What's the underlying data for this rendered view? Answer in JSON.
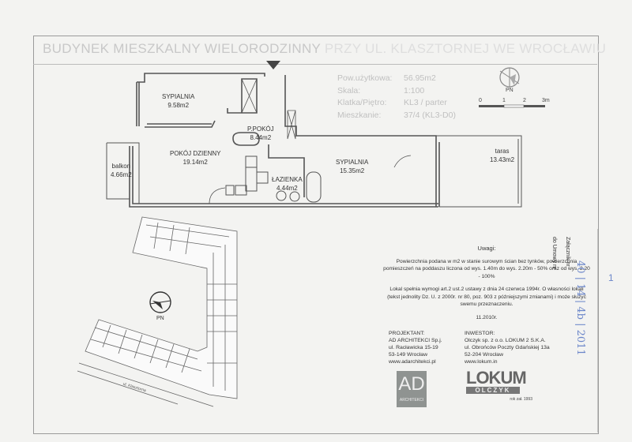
{
  "header": {
    "title_visible": "BUDYNEK MIESZKALNY WIELORODZINNY",
    "title_faded": "PRZY UL. KLASZTORNEJ WE WROCŁAWIU"
  },
  "info": [
    {
      "label": "Pow.użytkowa:",
      "value": "56.95m2"
    },
    {
      "label": "Skala:",
      "value": "1:100"
    },
    {
      "label": "Klatka/Piętro:",
      "value": "KL3 / parter"
    },
    {
      "label": "Mieszkanie:",
      "value": "37/4 (KL3-D0)"
    }
  ],
  "compass": {
    "label": "PN"
  },
  "scale_bar": {
    "ticks": [
      "0",
      "1",
      "2",
      "3m"
    ]
  },
  "rooms": [
    {
      "name": "SYPIALNIA",
      "area": "9.58m2"
    },
    {
      "name": "P.POKÓJ",
      "area": "8.44m2"
    },
    {
      "name": "POKÓJ DZIENNY",
      "area": "19.14m2"
    },
    {
      "name": "ŁAZIENKA",
      "area": "4.44m2"
    },
    {
      "name": "SYPIALNIA",
      "area": "15.35m2"
    },
    {
      "name": "balkon",
      "area": "4.66m2"
    },
    {
      "name": "taras",
      "area": "13.43m2"
    }
  ],
  "site_plan": {
    "compass_label": "PN",
    "street": "ul. Klasztorna"
  },
  "notes": {
    "heading": "Uwagi:",
    "p1": "Powierzchnia podana w m2 w stanie surowym ścian bez tynków, powierzchnia pomieszczeń na poddaszu liczona od wys. 1.40m do wys. 2.20m - 50% oraz od wys. 2.20 - 100%",
    "p2": "Lokal spełnia wymogi art.2 ust.2 ustawy z dnia 24 czerwca 1994r. O własności lokali (tekst jednolity Dz. U. z 2000r. nr 80, poz. 903 z późniejszymi zmianami) i może służyć swemu przeznaczeniu.",
    "date": "11.2010r."
  },
  "designer": {
    "heading": "PROJEKTANT:",
    "lines": [
      "AD ARCHITEKCI Sp.j.",
      "ul. Racławicka 15-19",
      "53-149 Wrocław",
      "www.adarchitekci.pl"
    ],
    "logo_text": "AD",
    "logo_sub": "ARCHITEKCI"
  },
  "investor": {
    "heading": "INWESTOR:",
    "lines": [
      "Olczyk sp. z o.o. LOKUM 2 S.K.A.",
      "ul. Obrońców Poczty Gdańskiej 13a",
      "52-204 Wrocław",
      "www.lokum.in"
    ],
    "logo_text": "LOKUM",
    "logo_sub": "OLCZYK",
    "founded": "rok zał. 1993"
  },
  "side_note": {
    "line1": "Załącznik nr",
    "line2": "do Umowy nr",
    "hand_annex": "1",
    "hand_contract": "40 | 14 | 4b | 2011"
  },
  "colors": {
    "background": "#f3f3f1",
    "lines": "#555555",
    "faded_text": "#c0c0c0",
    "ink": "#6b86c9"
  }
}
